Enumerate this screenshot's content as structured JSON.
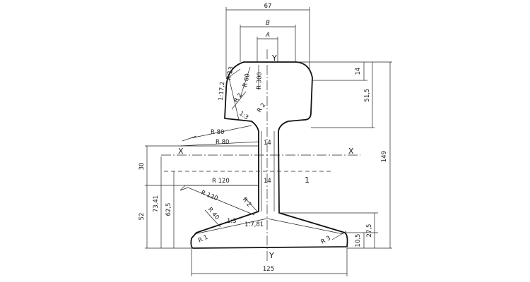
{
  "dims": {
    "top_width": "67",
    "b": "B",
    "a": "A",
    "head_14": "14",
    "head_515": "51,5",
    "height_149": "149",
    "left_30": "30",
    "left_52": "52",
    "left_7341": "73,41",
    "left_625": "62,5",
    "foot_275": "27,5",
    "foot_105": "10,5",
    "base_125": "125",
    "web_14a": "14",
    "web_14b": "14"
  },
  "radii": {
    "r13": "R 13",
    "r80_head": "R 80",
    "r300": "R 300",
    "r2_head": "R 2",
    "r2_neck": "R 2",
    "r80_a": "R 80",
    "r80_b": "R 80",
    "r120_a": "R 120",
    "r120_b": "R 120",
    "r2_foot": "R 2",
    "r40": "R 40",
    "r1": "R 1",
    "r3": "R 3"
  },
  "slopes": {
    "s1172": "1:17,2",
    "s13_head": "1:3",
    "s13_foot": "1:3",
    "s1781": "1:7,81"
  },
  "axes": {
    "y_top": "Y",
    "y_bottom": "Y",
    "x_left": "X",
    "x_right": "X",
    "marker_1": "1"
  }
}
